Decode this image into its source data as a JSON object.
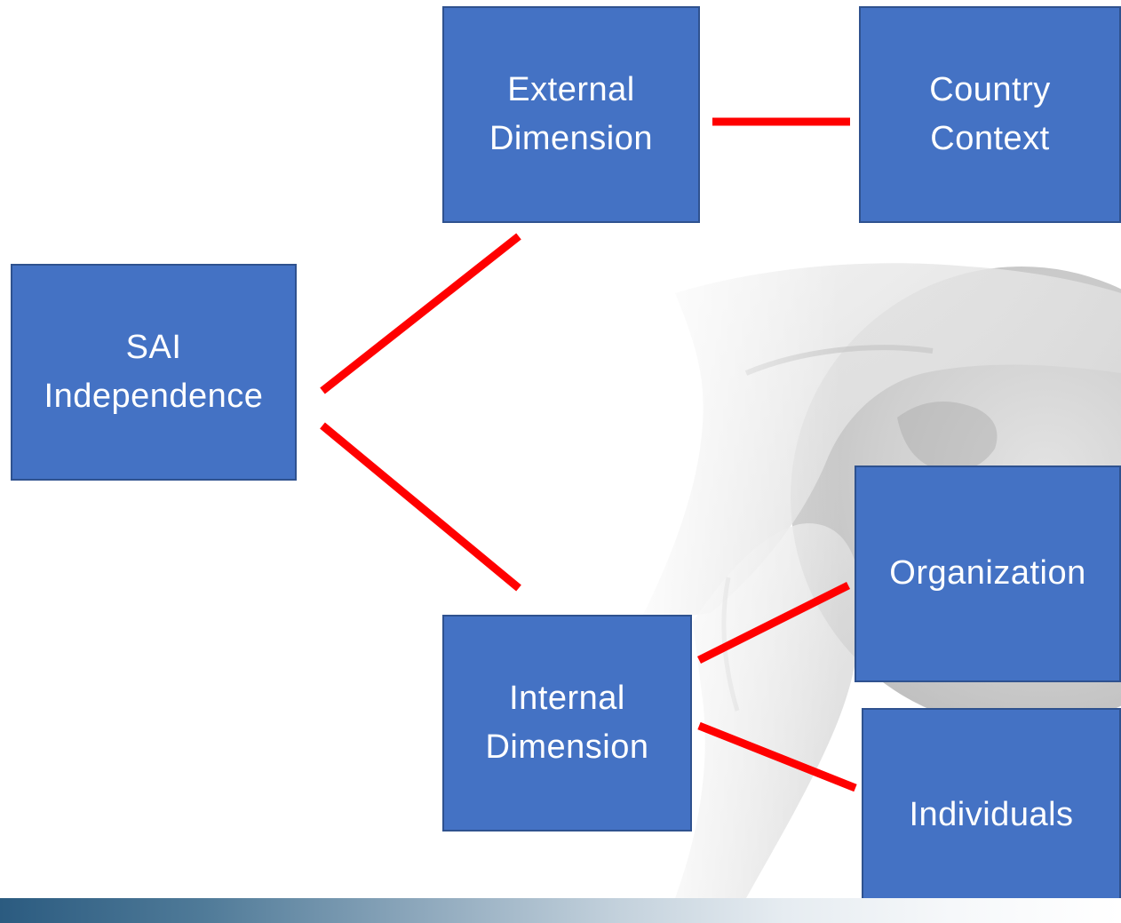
{
  "colors": {
    "node_fill": "#4472c4",
    "node_border": "#2f528f",
    "node_text": "#ffffff",
    "connector": "#ff0000",
    "bottom_bar_start": "#2b5b80"
  },
  "background_art": "hands-around-globe-watermark",
  "nodes": {
    "sai_independence": "SAI\nIndependence",
    "external_dimension": "External\nDimension",
    "country_context": "Country\nContext",
    "internal_dimension": "Internal\nDimension",
    "organization": "Organization",
    "individuals": "Individuals"
  },
  "connections": [
    {
      "from": "sai_independence",
      "to": "external_dimension"
    },
    {
      "from": "sai_independence",
      "to": "internal_dimension"
    },
    {
      "from": "external_dimension",
      "to": "country_context"
    },
    {
      "from": "internal_dimension",
      "to": "organization"
    },
    {
      "from": "internal_dimension",
      "to": "individuals"
    }
  ]
}
